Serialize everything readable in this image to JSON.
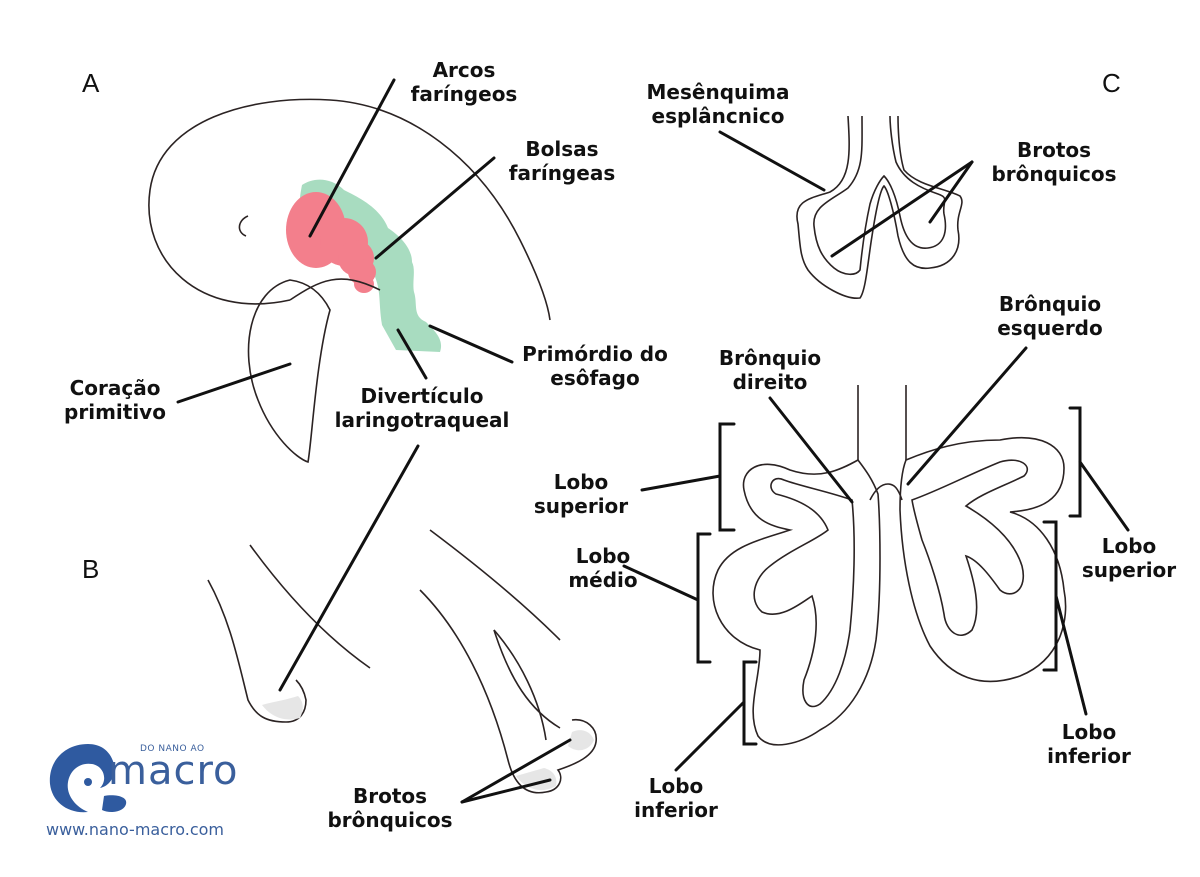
{
  "panels": {
    "a": "A",
    "b": "B",
    "c": "C"
  },
  "labels": {
    "arcos": [
      "Arcos",
      "faríngeos"
    ],
    "bolsas": [
      "Bolsas",
      "faríngeas"
    ],
    "coracao": [
      "Coração",
      "primitivo"
    ],
    "primordio": [
      "Primórdio do",
      "esôfago"
    ],
    "diverticulo": [
      "Divertículo",
      "laringotraqueal"
    ],
    "brotos_b": [
      "Brotos",
      "brônquicos"
    ],
    "mesenquima": [
      "Mesênquima",
      "esplâncnico"
    ],
    "brotos_c": [
      "Brotos",
      "brônquicos"
    ],
    "bronquio_esq": [
      "Brônquio",
      "esquerdo"
    ],
    "bronquio_dir": [
      "Brônquio",
      "direito"
    ],
    "lobo_sup_l": [
      "Lobo",
      "superior"
    ],
    "lobo_medio": [
      "Lobo",
      "médio"
    ],
    "lobo_inf_l": [
      "Lobo",
      "inferior"
    ],
    "lobo_sup_r": [
      "Lobo",
      "superior"
    ],
    "lobo_inf_r": [
      "Lobo",
      "inferior"
    ]
  },
  "logo": {
    "small": "DO NANO AO",
    "big": "macro",
    "url": "www.nano-macro.com"
  },
  "colors": {
    "arches": "#f37f8c",
    "pouches": "#a8dcc0",
    "ink": "#111111",
    "logo_blue": "#3a5f9c"
  }
}
